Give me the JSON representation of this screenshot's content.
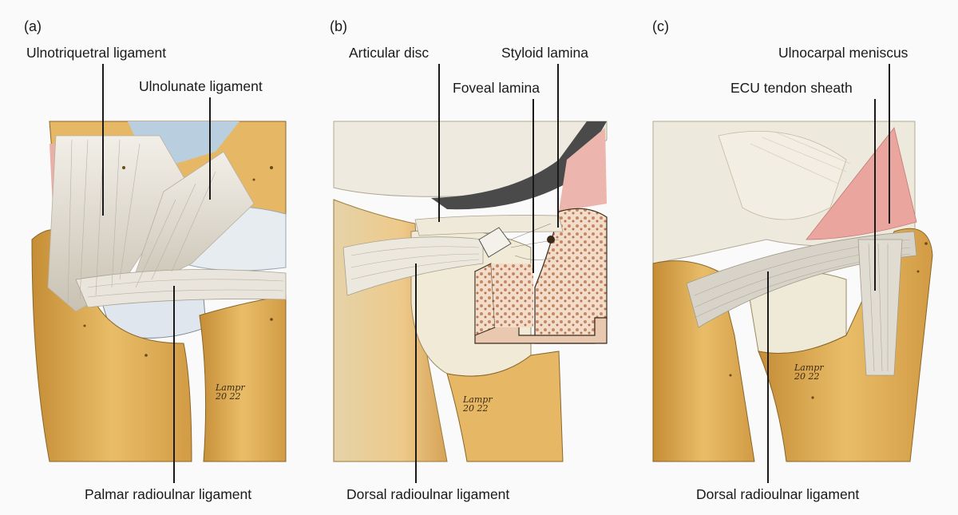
{
  "panels": {
    "a": {
      "letter": "(a)",
      "labels": {
        "ulnotriquetral": "Ulnotriquetral ligament",
        "ulnolunate": "Ulnolunate ligament",
        "palmar_radioulnar": "Palmar radioulnar ligament"
      },
      "signature": [
        "Lampr",
        "20 22"
      ]
    },
    "b": {
      "letter": "(b)",
      "labels": {
        "articular_disc": "Articular disc",
        "styloid_lamina": "Styloid lamina",
        "foveal_lamina": "Foveal lamina",
        "dorsal_radioulnar": "Dorsal radioulnar ligament"
      },
      "signature": [
        "Lampr",
        "20 22"
      ]
    },
    "c": {
      "letter": "(c)",
      "labels": {
        "ulnocarpal_meniscus": "Ulnocarpal meniscus",
        "ecu_tendon_sheath": "ECU tendon sheath",
        "dorsal_radioulnar": "Dorsal radioulnar ligament"
      },
      "signature": [
        "Lampr",
        "20 22"
      ]
    }
  },
  "colors": {
    "bone": "#e2b15a",
    "bone_light": "#f3dca4",
    "cartilage": "#e8e4d6",
    "ligament": "#ddd8cc",
    "pink_tissue": "#e9a9a4",
    "cancellous": "#c98862",
    "background": "#fafafa"
  }
}
